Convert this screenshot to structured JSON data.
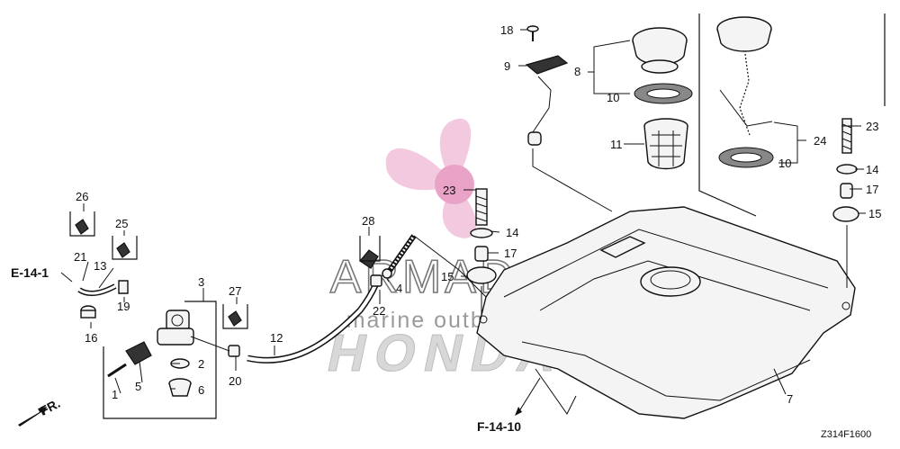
{
  "labels": {
    "l1": "1",
    "l2": "2",
    "l3": "3",
    "l4": "4",
    "l5": "5",
    "l6": "6",
    "l7": "7",
    "l8": "8",
    "l9": "9",
    "l10a": "10",
    "l10b": "10",
    "l11": "11",
    "l12": "12",
    "l13": "13",
    "l14a": "14",
    "l14b": "14",
    "l15a": "15",
    "l15b": "15",
    "l16": "16",
    "l17a": "17",
    "l17b": "17",
    "l18": "18",
    "l19": "19",
    "l20": "20",
    "l21": "21",
    "l22": "22",
    "l23a": "23",
    "l23b": "23",
    "l24": "24",
    "l25": "25",
    "l26": "26",
    "l27": "27",
    "l28": "28"
  },
  "refs": {
    "e14_1": "E-14-1",
    "f14_10": "F-14-10",
    "fr": "FR."
  },
  "diagram_code": "Z314F1600",
  "watermark": {
    "brand": "ARMADA",
    "tagline": "marine outboards",
    "maker": "HONDA",
    "colors": {
      "propeller": "#e8a6c8",
      "text": "#8a8a8a",
      "dots": "#9a9a9a"
    }
  }
}
